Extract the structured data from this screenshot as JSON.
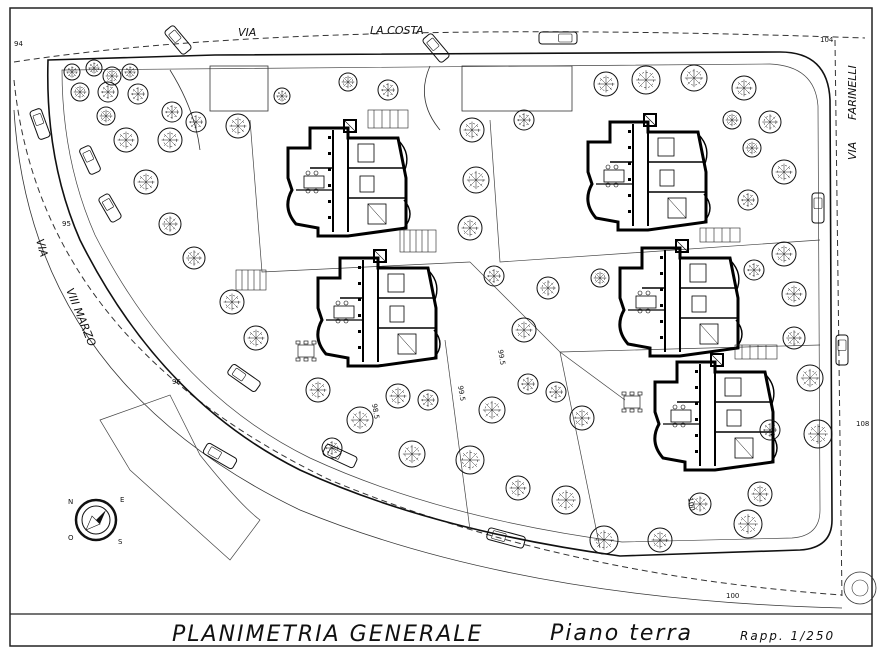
{
  "drawing": {
    "title": "PLANIMETRIA  GENERALE",
    "subtitle": "Piano terra",
    "scale": "Rapp. 1/250"
  },
  "streets": {
    "top": [
      "VIA",
      "LA COSTA"
    ],
    "right": [
      "VIA",
      "FARINELLI"
    ],
    "left": [
      "VIA",
      "VIII MARZO"
    ]
  },
  "elevations": [
    "94",
    "104",
    "95",
    "96",
    "99.5",
    "98.5",
    "99.5",
    "100",
    "100",
    "108"
  ],
  "compass": {
    "letters": [
      "N",
      "E",
      "S",
      "O"
    ]
  },
  "colors": {
    "line": "#1a1a1a",
    "paper": "#ffffff",
    "wall": "#000000"
  }
}
